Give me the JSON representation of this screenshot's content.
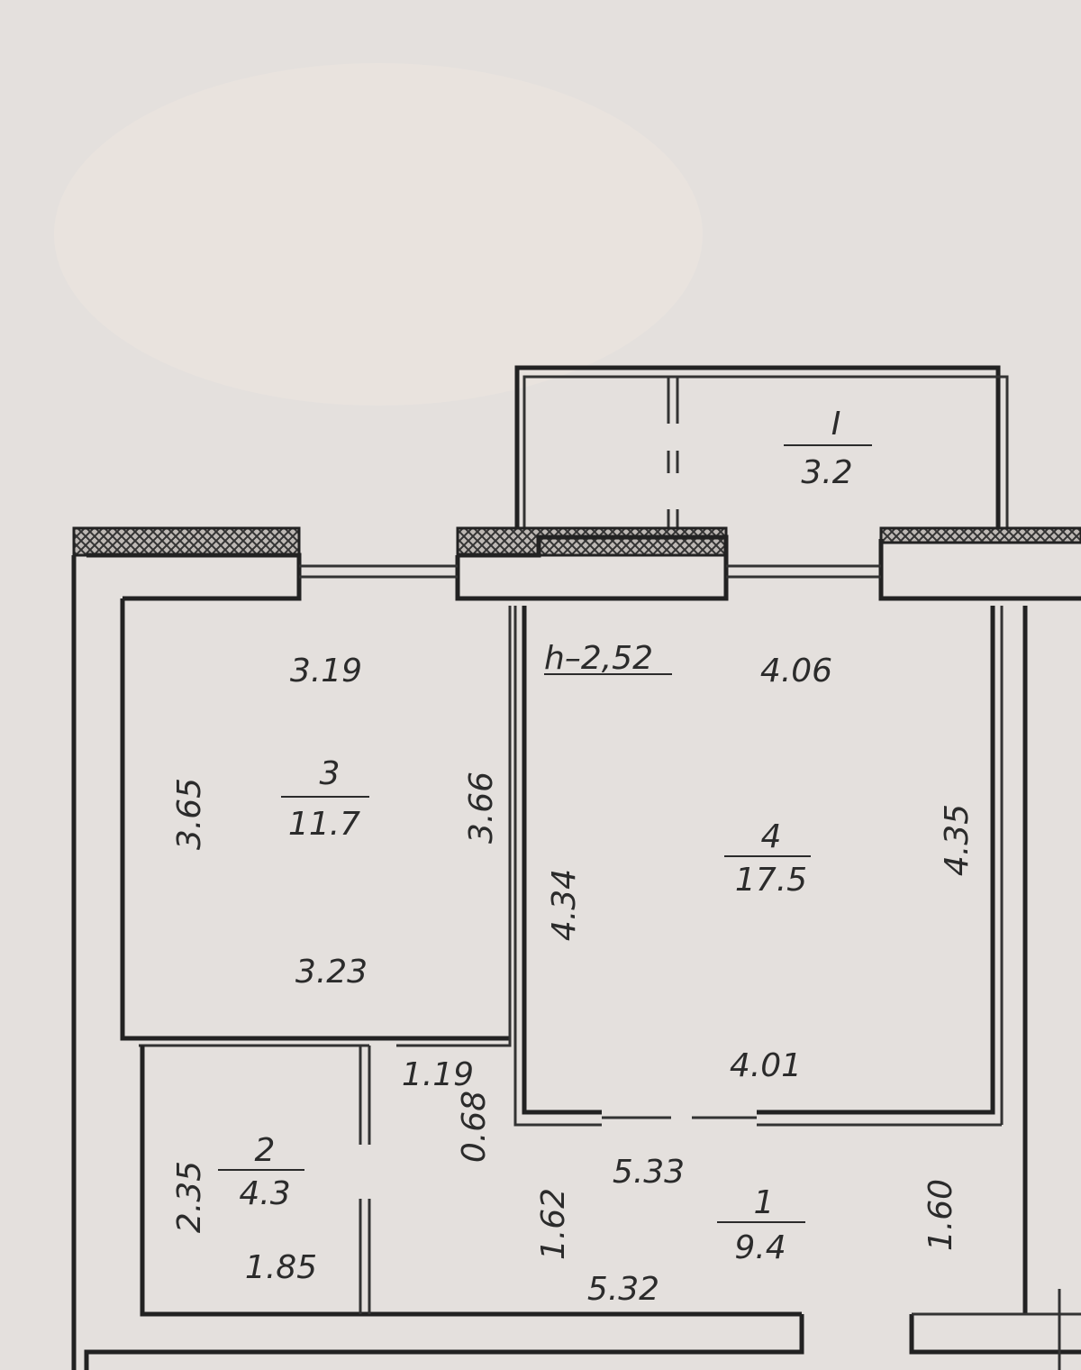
{
  "ceiling_height": "h–2,52",
  "rooms": [
    {
      "id": "balcony",
      "number": "I",
      "area": "3.2"
    },
    {
      "id": "room-3",
      "number": "3",
      "area": "11.7"
    },
    {
      "id": "room-4",
      "number": "4",
      "area": "17.5"
    },
    {
      "id": "room-2",
      "number": "2",
      "area": "4.3"
    },
    {
      "id": "room-1",
      "number": "1",
      "area": "9.4"
    }
  ],
  "dimensions": {
    "room3_top": "3.19",
    "room3_bottom": "3.23",
    "room3_left": "3.65",
    "room3_right": "3.66",
    "room4_top": "4.06",
    "room4_bottom": "4.01",
    "room4_left": "4.34",
    "room4_right": "4.35",
    "corridor_width": "1.19",
    "corridor_depth": "0.68",
    "room2_left": "2.35",
    "room2_bottom": "1.85",
    "room1_top": "5.33",
    "room1_bottom": "5.32",
    "room1_left": "1.62",
    "room1_right": "1.60"
  }
}
